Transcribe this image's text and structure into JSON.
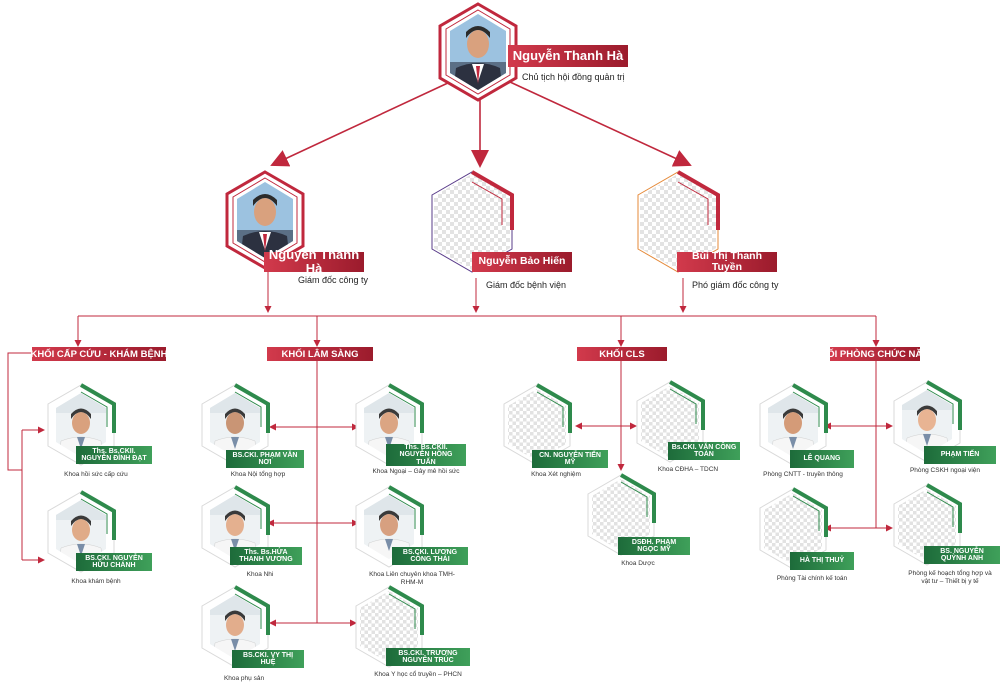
{
  "colors": {
    "red": "#c0283d",
    "green": "#2e8a4c",
    "line": "#c0283d",
    "hex_red": "#c0283d",
    "hex_green": "#2e8a4c"
  },
  "chairman": {
    "name": "Nguyễn Thanh Hà",
    "title": "Chủ tịch hội đồng quản trị"
  },
  "directors": [
    {
      "name": "Nguyễn Thanh Hà",
      "title": "Giám đốc công ty"
    },
    {
      "name": "Nguyễn Bảo Hiến",
      "title": "Giám đốc bệnh viện"
    },
    {
      "name": "Bùi Thị Thanh Tuyền",
      "title": "Phó giám đốc công ty"
    }
  ],
  "sections": [
    {
      "label": "KHỐI CẤP CỨU - KHÁM BỆNH"
    },
    {
      "label": "KHỐI LÂM SÀNG"
    },
    {
      "label": "KHỐI CLS"
    },
    {
      "label": "KHỐI PHÒNG CHỨC NĂNG"
    }
  ],
  "staff": [
    {
      "name": "Ths. Bs.CKII. NGUYỄN ĐÌNH ĐẠT",
      "dept": "Khoa hồi sức cấp cứu"
    },
    {
      "name": "BS.CKI. NGUYỄN HỮU CHÁNH",
      "dept": "Khoa khám bệnh"
    },
    {
      "name": "BS.CKI. PHẠM VĂN NƠI",
      "dept": "Khoa Nội tổng hợp"
    },
    {
      "name": "Ths. Bs.CKII. NGUYỄN HỒNG TUẤN",
      "dept": "Khoa Ngoại – Gây mê hồi sức"
    },
    {
      "name": "Ths. Bs.HỨA THANH VƯƠNG",
      "dept": "Khoa Nhi"
    },
    {
      "name": "BS.CKI. LƯƠNG CÔNG THÁI",
      "dept": "Khoa Liên chuyên khoa TMH-RHM-M"
    },
    {
      "name": "BS.CKI. VY THỊ HUỆ",
      "dept": "Khoa phụ sản"
    },
    {
      "name": "BS.CKI. TRƯƠNG NGUYÊN TRÚC",
      "dept": "Khoa Y học cổ truyền – PHCN"
    },
    {
      "name": "CN. NGUYỄN TIẾN MỸ",
      "dept": "Khoa Xét nghiệm"
    },
    {
      "name": "Bs.CKI. VĂN CÔNG TOÀN",
      "dept": "Khoa CĐHA – TDCN"
    },
    {
      "name": "DSĐH. PHẠM NGỌC MỸ",
      "dept": "Khoa Dược"
    },
    {
      "name": "LÊ QUANG",
      "dept": "Phòng CNTT -  truyền thông"
    },
    {
      "name": "PHẠM TIẾN",
      "dept": "Phòng CSKH ngoại viện"
    },
    {
      "name": "HÀ THỊ THUỶ",
      "dept": "Phòng Tài chính kế toán"
    },
    {
      "name": "BS. NGUYỄN QUỲNH ANH",
      "dept": "Phòng kế hoạch tổng hợp và vật tư – Thiết bị y tế"
    }
  ]
}
